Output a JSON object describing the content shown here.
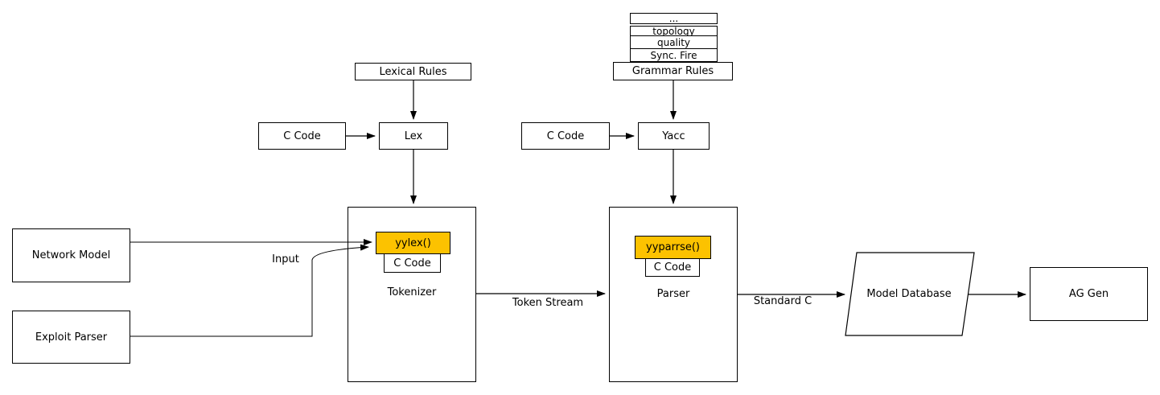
{
  "diagram": {
    "grammar_stack": {
      "cells": [
        "...",
        "topology",
        "quality",
        "Sync. Fire"
      ],
      "base": "Grammar Rules"
    },
    "nodes": {
      "lexical_rules": "Lexical Rules",
      "c_code_left": "C Code",
      "lex": "Lex",
      "c_code_right": "C Code",
      "yacc": "Yacc",
      "network_model": "Network Model",
      "exploit_parser": "Exploit Parser",
      "tokenizer": "Tokenizer",
      "yylex": "yylex()",
      "c_code_tokenizer": "C Code",
      "parser": "Parser",
      "yyparse": "yyparrse()",
      "c_code_parser": "C Code",
      "model_database": "Model Database",
      "ag_gen": "AG Gen"
    },
    "edge_labels": {
      "input": "Input",
      "token_stream": "Token Stream",
      "standard_c": "Standard C"
    },
    "colors": {
      "highlight_fill": "#FCC200",
      "stroke": "#000000",
      "background": "#FFFFFF"
    }
  }
}
